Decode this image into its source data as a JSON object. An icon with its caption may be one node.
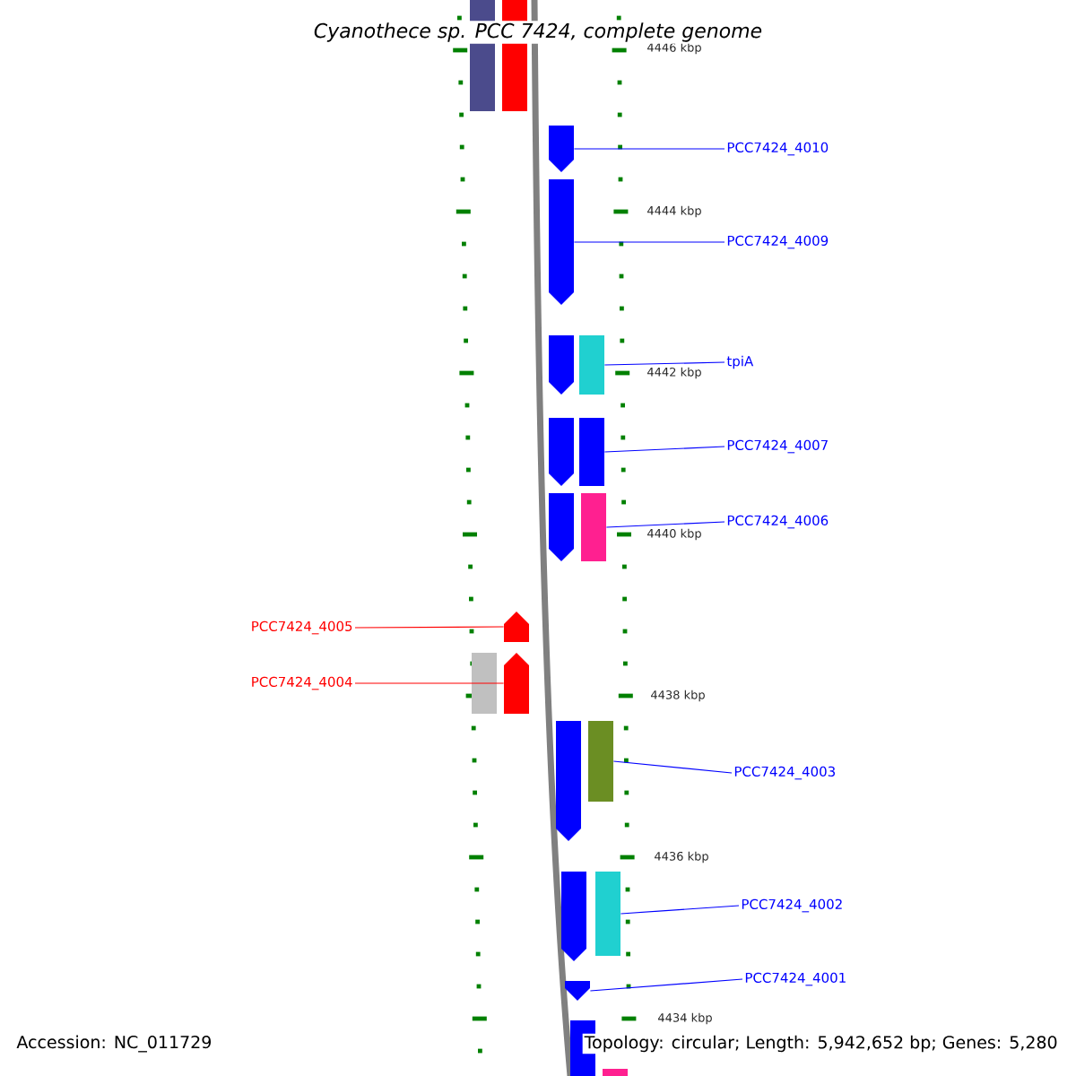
{
  "diagram": {
    "title": "Cyanothece sp. PCC 7424, complete genome",
    "nodes": [
      {
        "text": [
          "PCC7424_4010"
        ]
      },
      {
        "text": [
          "PCC7424_4009"
        ]
      },
      {
        "text": [
          "tpiA"
        ]
      },
      {
        "text": [
          "PCC7424_4007"
        ]
      },
      {
        "text": [
          "PCC7424_4006"
        ]
      },
      {
        "text": [
          "PCC7424_4005"
        ]
      },
      {
        "text": [
          "PCC7424_4004"
        ]
      },
      {
        "text": [
          "PCC7424_4003"
        ]
      },
      {
        "text": [
          "PCC7424_4002"
        ]
      },
      {
        "text": [
          "PCC7424_4001"
        ]
      },
      {
        "text": [],
        "shape": "bar"
      },
      {
        "text": [],
        "shape": "bar"
      },
      {
        "text": [],
        "shape": "bar"
      },
      {
        "text": [],
        "shape": "bar"
      },
      {
        "text": [],
        "shape": "bar"
      },
      {
        "text": [],
        "shape": "bar"
      },
      {
        "text": [],
        "shape": "bar"
      },
      {
        "text": [],
        "shape": "bar"
      },
      {
        "text": [],
        "shape": "bar"
      },
      {
        "text": [],
        "shape": "bar"
      },
      {
        "text": [],
        "shape": "bar"
      },
      {
        "text": [],
        "shape": "bar"
      },
      {
        "text": [],
        "shape": "bar"
      },
      {
        "text": [],
        "shape": "bar"
      },
      {
        "text": [],
        "shape": "bar"
      },
      {
        "text": [],
        "shape": "bar"
      },
      {
        "text": [],
        "shape": "bar"
      },
      {
        "text": [],
        "shape": "bar"
      },
      {
        "text": [],
        "shape": "bar"
      },
      {
        "text": [],
        "shape": "bar"
      }
    ],
    "edges": [
      {
        "from": 0,
        "to": 10,
        "arrow": "none"
      },
      {
        "from": 1,
        "to": 11,
        "arrow": "none"
      },
      {
        "from": 2,
        "to": 12,
        "arrow": "none"
      },
      {
        "from": 3,
        "to": 13,
        "arrow": "none"
      },
      {
        "from": 4,
        "to": 14,
        "arrow": "none"
      },
      {
        "from": 5,
        "to": 15,
        "arrow": "none",
        "color": "#ff0000"
      },
      {
        "from": 6,
        "to": 16,
        "arrow": "none",
        "color": "#ff0000"
      },
      {
        "from": 7,
        "to": 17,
        "arrow": "none"
      },
      {
        "from": 8,
        "to": 18,
        "arrow": "none"
      },
      {
        "from": 9,
        "to": 19,
        "arrow": "none"
      }
    ],
    "labels": [
      "4446 kbp",
      "4444 kbp",
      "4442 kbp",
      "4440 kbp",
      "4438 kbp",
      "4436 kbp",
      "4434 kbp",
      "Accession: NC_011729",
      "Topology: circular; Length: 5,942,652 bp; Genes: 5,280"
    ]
  }
}
